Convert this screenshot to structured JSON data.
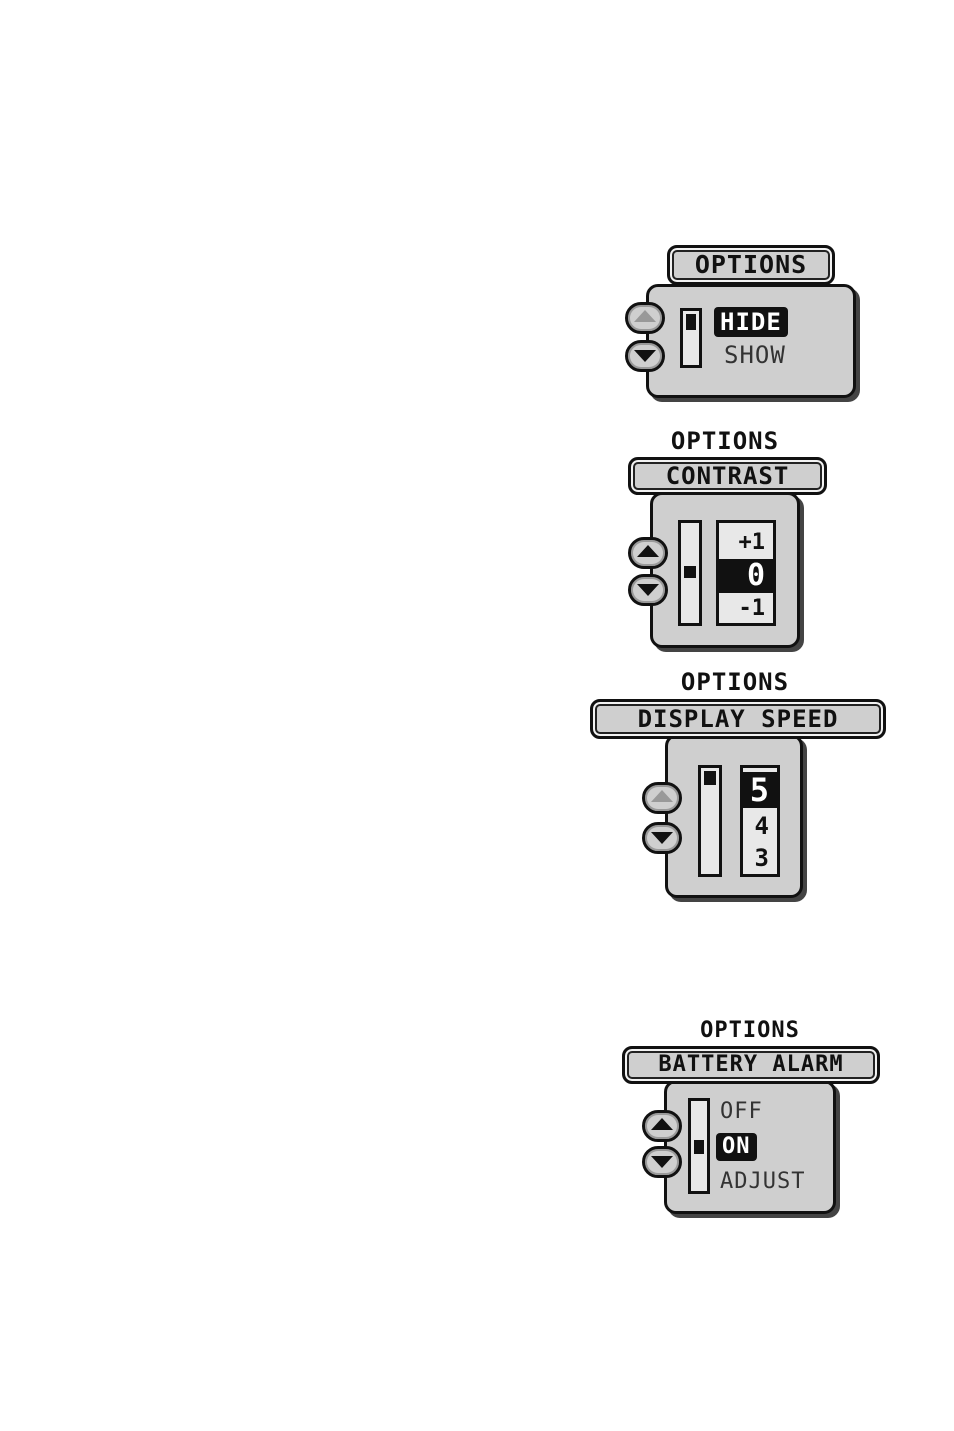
{
  "screens": {
    "hide_show": {
      "title": "OPTIONS",
      "options": [
        "HIDE",
        "SHOW"
      ],
      "selected": "HIDE"
    },
    "contrast": {
      "heading": "OPTIONS",
      "title": "CONTRAST",
      "values": [
        "+1",
        "0",
        "-1"
      ],
      "selected": "0"
    },
    "display_speed": {
      "heading": "OPTIONS",
      "title": "DISPLAY SPEED",
      "values": [
        "5",
        "4",
        "3"
      ],
      "selected": "5"
    },
    "battery_alarm": {
      "heading": "OPTIONS",
      "title": "BATTERY ALARM",
      "options": [
        "OFF",
        "ON",
        "ADJUST"
      ],
      "selected": "ON"
    }
  },
  "icons": {
    "up": "arrow-up-icon",
    "down": "arrow-down-icon"
  }
}
